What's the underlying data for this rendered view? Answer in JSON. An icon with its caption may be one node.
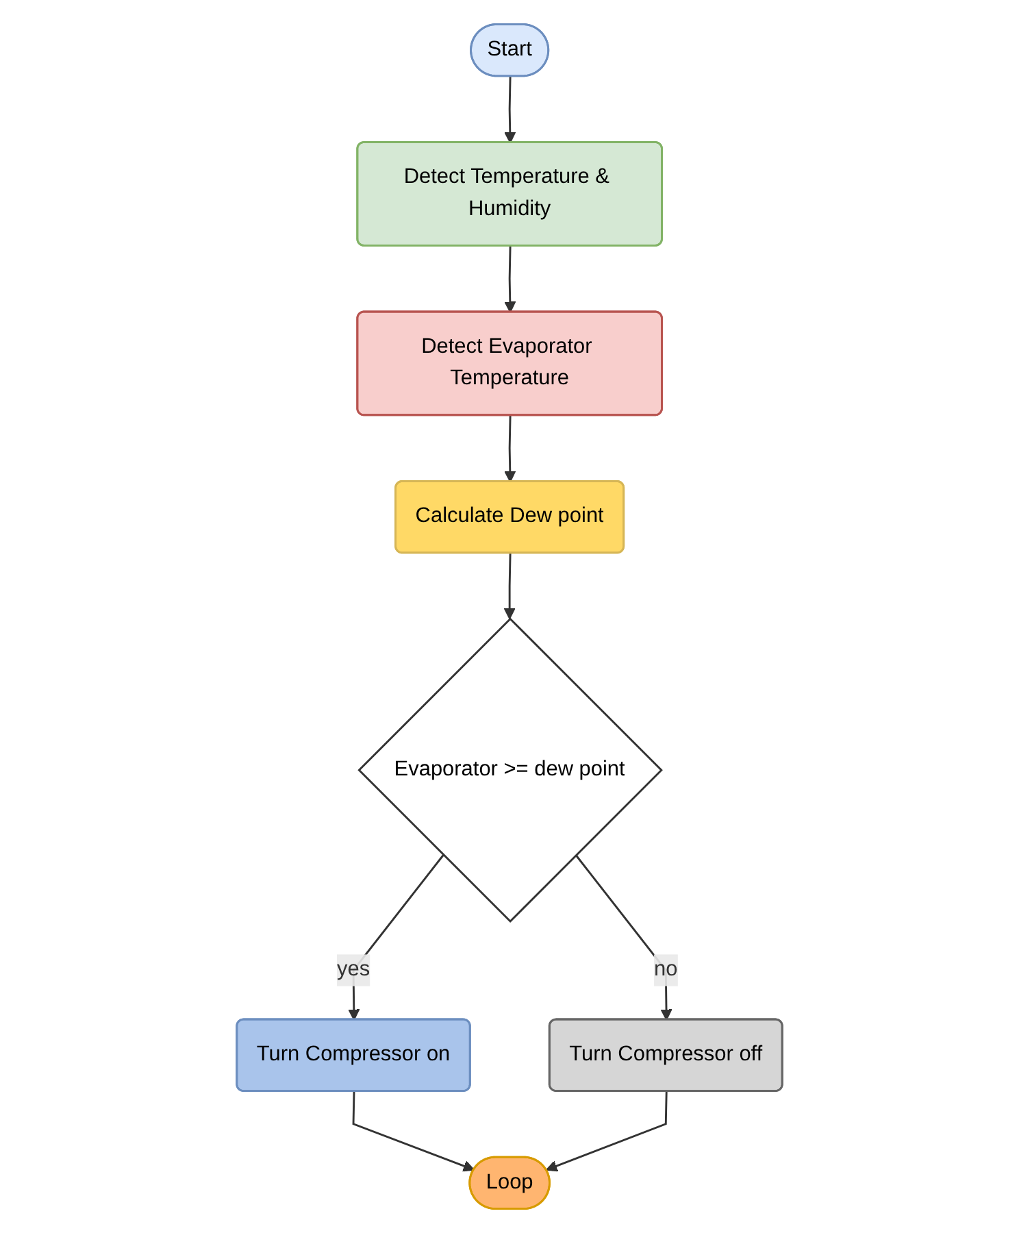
{
  "diagram": {
    "nodes": [
      {
        "text": [
          "Start"
        ]
      },
      {
        "text": [
          "Detect Temperature & Humidity"
        ]
      },
      {
        "text": [
          "Detect Evaporator Temperature"
        ]
      },
      {
        "text": [
          "Calculate Dew point"
        ]
      },
      {
        "text": [
          "Evaporator >= dew point"
        ]
      },
      {
        "text": [
          "Turn Compressor on"
        ]
      },
      {
        "text": [
          "Turn Compressor off"
        ]
      },
      {
        "text": [
          "Loop"
        ]
      }
    ],
    "edges": [
      {
        "from": 0,
        "to": 1,
        "arrow": "to"
      },
      {
        "from": 1,
        "to": 2,
        "arrow": "to"
      },
      {
        "from": 2,
        "to": 3,
        "arrow": "to"
      },
      {
        "from": 3,
        "to": 4,
        "arrow": "to"
      },
      {
        "from": 4,
        "to": 5,
        "arrow": "to",
        "label": "yes"
      },
      {
        "from": 4,
        "to": 6,
        "arrow": "to",
        "label": "no"
      },
      {
        "from": 5,
        "to": 7,
        "arrow": "to"
      },
      {
        "from": 6,
        "to": 7,
        "arrow": "to"
      }
    ]
  }
}
